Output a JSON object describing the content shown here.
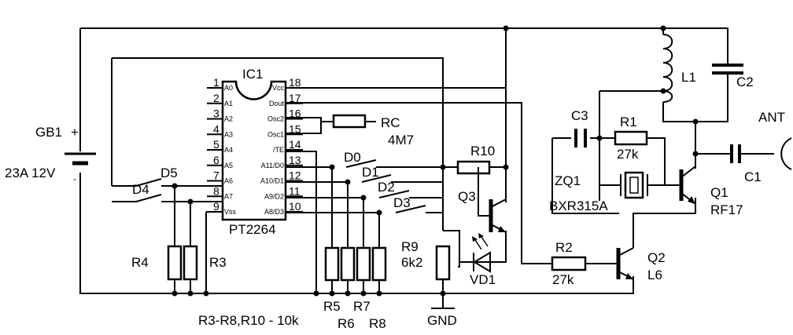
{
  "battery": {
    "name": "GB1",
    "plus": "+",
    "minus": "-",
    "value": "23A 12V"
  },
  "ic": {
    "name": "IC1",
    "part": "PT2264",
    "pins_left": [
      {
        "num": "1",
        "name": "A0"
      },
      {
        "num": "2",
        "name": "A1"
      },
      {
        "num": "3",
        "name": "A2"
      },
      {
        "num": "4",
        "name": "A3"
      },
      {
        "num": "5",
        "name": "A4"
      },
      {
        "num": "6",
        "name": "A5"
      },
      {
        "num": "7",
        "name": "A6"
      },
      {
        "num": "8",
        "name": "A7"
      },
      {
        "num": "9",
        "name": "Vss"
      }
    ],
    "pins_right": [
      {
        "num": "18",
        "name": "Vcc"
      },
      {
        "num": "17",
        "name": "Dout"
      },
      {
        "num": "16",
        "name": "Osc2"
      },
      {
        "num": "15",
        "name": "Osc1"
      },
      {
        "num": "14",
        "name": "/TE"
      },
      {
        "num": "13",
        "name": "A11/D0"
      },
      {
        "num": "12",
        "name": "A10/D1"
      },
      {
        "num": "11",
        "name": "A9/D2"
      },
      {
        "num": "10",
        "name": "A8/D3"
      }
    ]
  },
  "rc": {
    "name": "RC",
    "value": "4M7"
  },
  "switches": {
    "d0": "D0",
    "d1": "D1",
    "d2": "D2",
    "d3": "D3",
    "d4": "D4",
    "d5": "D5"
  },
  "resistors": {
    "r1": "R1",
    "r1_value": "27k",
    "r2": "R2",
    "r2_value": "27k",
    "r3": "R3",
    "r4": "R4",
    "r5": "R5",
    "r6": "R6",
    "r7": "R7",
    "r8": "R8",
    "r9": "R9",
    "r9_value": "6k2",
    "r10": "R10"
  },
  "note": "R3-R8,R10 - 10k",
  "capacitors": {
    "c1": "C1",
    "c2": "C2",
    "c3": "C3"
  },
  "inductor": "L1",
  "transistors": {
    "q1": "Q1",
    "q1_part": "RF17",
    "q2": "Q2",
    "q2_part": "L6",
    "q3": "Q3"
  },
  "crystal": {
    "name": "ZQ1",
    "part": "BXR315A"
  },
  "led": "VD1",
  "antenna": "ANT",
  "ground": "GND"
}
